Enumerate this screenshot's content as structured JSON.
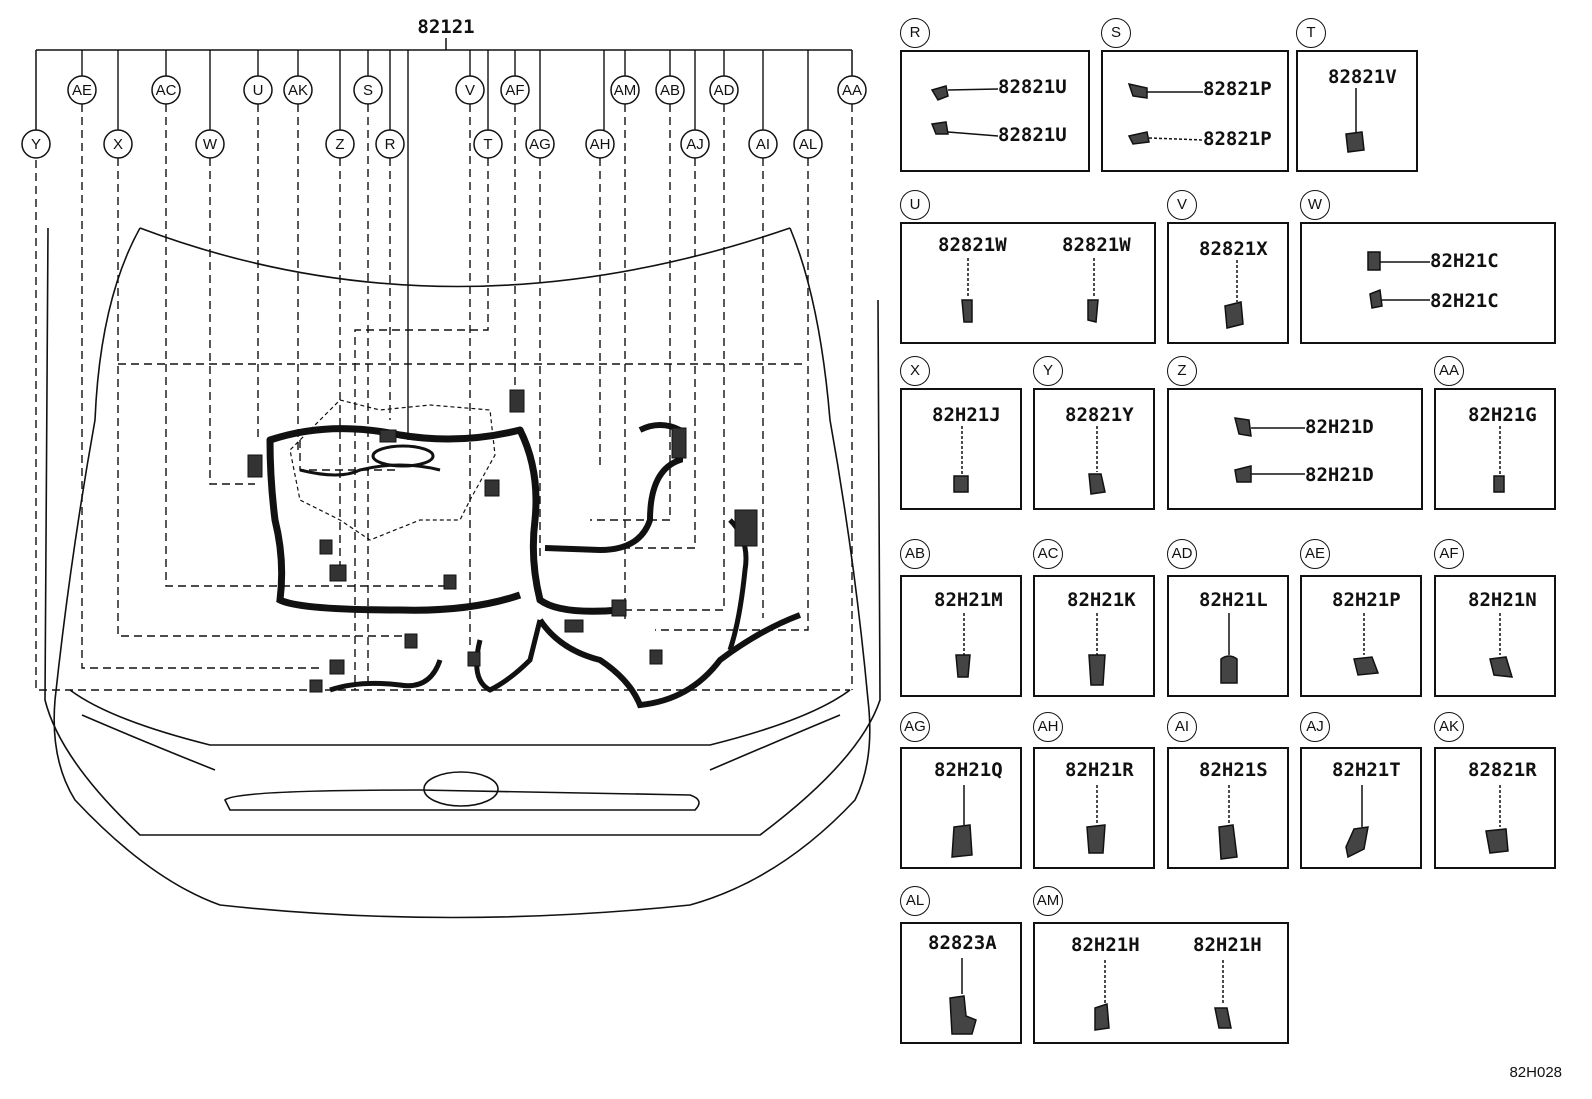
{
  "main_part_number": "82121",
  "diagram_code": "82H028",
  "callouts_top_row": [
    "AE",
    "AC",
    "U",
    "AK",
    "S",
    "V",
    "AF",
    "AM",
    "AB",
    "AD",
    "AA"
  ],
  "callouts_second_row": [
    "Y",
    "X",
    "W",
    "Z",
    "R",
    "T",
    "AG",
    "AH",
    "AJ",
    "AI",
    "AL"
  ],
  "detail_boxes": {
    "R": {
      "label": "R",
      "parts": [
        "82821U",
        "82821U"
      ]
    },
    "S": {
      "label": "S",
      "parts": [
        "82821P",
        "82821P"
      ]
    },
    "T": {
      "label": "T",
      "parts": [
        "82821V"
      ]
    },
    "U": {
      "label": "U",
      "parts": [
        "82821W",
        "82821W"
      ]
    },
    "V": {
      "label": "V",
      "parts": [
        "82821X"
      ]
    },
    "W": {
      "label": "W",
      "parts": [
        "82H21C",
        "82H21C"
      ]
    },
    "X": {
      "label": "X",
      "parts": [
        "82H21J"
      ]
    },
    "Y": {
      "label": "Y",
      "parts": [
        "82821Y"
      ]
    },
    "Z": {
      "label": "Z",
      "parts": [
        "82H21D",
        "82H21D"
      ]
    },
    "AA": {
      "label": "AA",
      "parts": [
        "82H21G"
      ]
    },
    "AB": {
      "label": "AB",
      "parts": [
        "82H21M"
      ]
    },
    "AC": {
      "label": "AC",
      "parts": [
        "82H21K"
      ]
    },
    "AD": {
      "label": "AD",
      "parts": [
        "82H21L"
      ]
    },
    "AE": {
      "label": "AE",
      "parts": [
        "82H21P"
      ]
    },
    "AF": {
      "label": "AF",
      "parts": [
        "82H21N"
      ]
    },
    "AG": {
      "label": "AG",
      "parts": [
        "82H21Q"
      ]
    },
    "AH": {
      "label": "AH",
      "parts": [
        "82H21R"
      ]
    },
    "AI": {
      "label": "AI",
      "parts": [
        "82H21S"
      ]
    },
    "AJ": {
      "label": "AJ",
      "parts": [
        "82H21T"
      ]
    },
    "AK": {
      "label": "AK",
      "parts": [
        "82821R"
      ]
    },
    "AL": {
      "label": "AL",
      "parts": [
        "82823A"
      ]
    },
    "AM": {
      "label": "AM",
      "parts": [
        "82H21H",
        "82H21H"
      ]
    }
  }
}
